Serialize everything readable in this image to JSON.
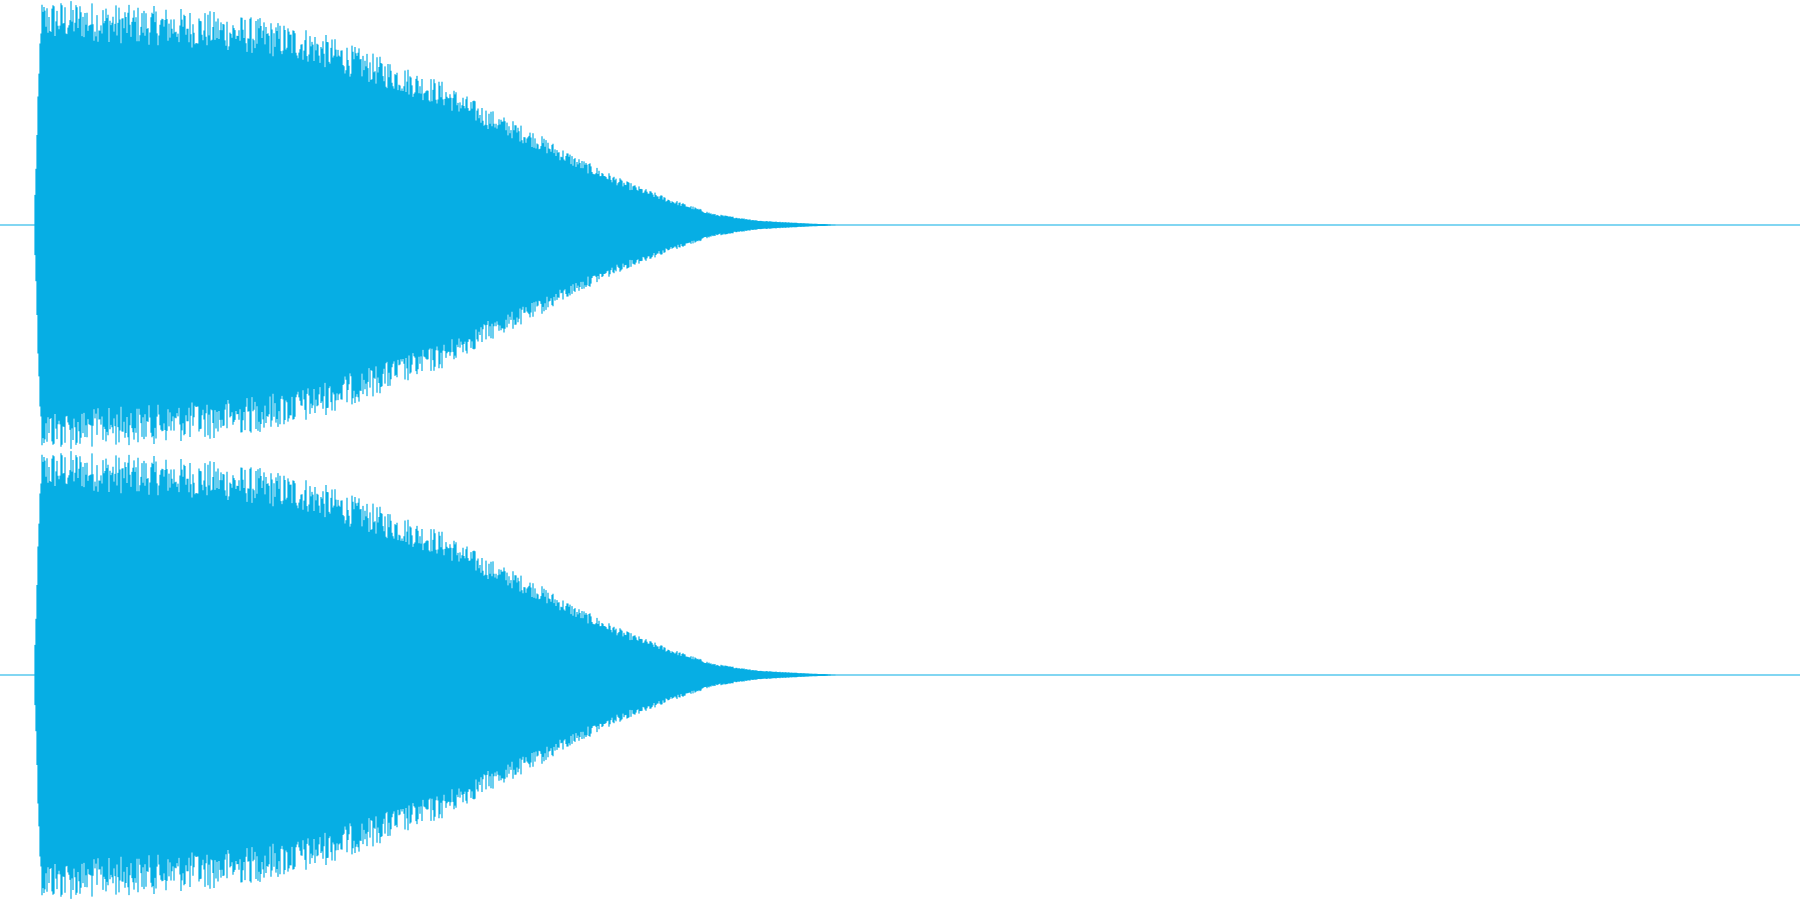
{
  "waveform": {
    "color": "#06aee4",
    "channels": [
      {
        "name": "",
        "envelope": [
          1.0,
          1.0,
          0.98,
          0.97,
          0.95,
          0.92,
          0.88,
          0.8,
          0.72,
          0.64,
          0.52,
          0.42,
          0.3,
          0.2,
          0.12,
          0.05,
          0.02,
          0.008,
          0.0
        ]
      },
      {
        "name": "",
        "envelope": [
          1.0,
          1.0,
          0.98,
          0.97,
          0.95,
          0.92,
          0.88,
          0.8,
          0.72,
          0.64,
          0.52,
          0.42,
          0.3,
          0.2,
          0.12,
          0.05,
          0.02,
          0.008,
          0.0
        ]
      }
    ]
  }
}
